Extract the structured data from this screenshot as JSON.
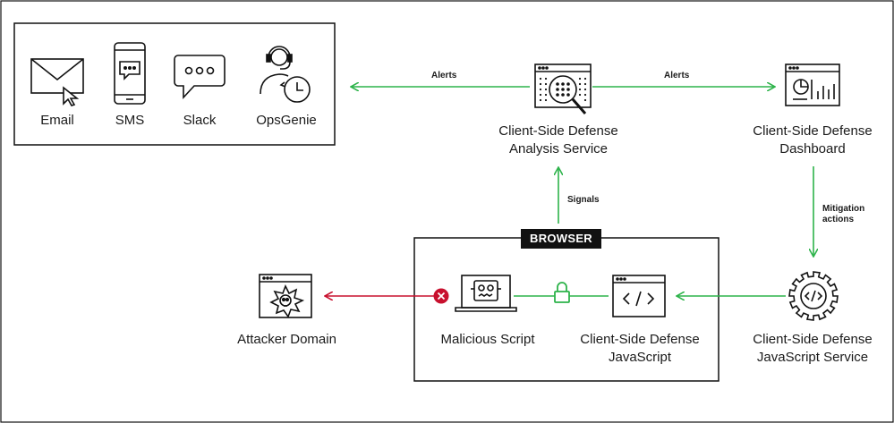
{
  "colors": {
    "accent": "#2db34a",
    "danger": "#c8102e",
    "ink": "#111111"
  },
  "notifications": {
    "channels": [
      {
        "label": "Email",
        "icon": "envelope-icon"
      },
      {
        "label": "SMS",
        "icon": "phone-icon"
      },
      {
        "label": "Slack",
        "icon": "chat-bubble-icon"
      },
      {
        "label": "OpsGenie",
        "icon": "headset-agent-icon"
      }
    ]
  },
  "analysis": {
    "line1": "Client-Side Defense",
    "line2": "Analysis Service",
    "icon": "analysis-magnifier-icon"
  },
  "dashboard": {
    "line1": "Client-Side Defense",
    "line2": "Dashboard",
    "icon": "dashboard-chart-icon"
  },
  "browser": {
    "title": "BROWSER"
  },
  "malicious": {
    "label": "Malicious Script",
    "icon": "robot-laptop-icon"
  },
  "csd_js": {
    "line1": "Client-Side Defense",
    "line2": "JavaScript",
    "icon": "code-window-icon"
  },
  "csd_js_service": {
    "line1": "Client-Side Defense",
    "line2": "JavaScript Service",
    "icon": "code-gear-icon"
  },
  "attacker": {
    "label": "Attacker Domain",
    "icon": "skull-window-icon"
  },
  "arrows": {
    "alerts_left": "Alerts",
    "alerts_right": "Alerts",
    "signals": "Signals",
    "mitigation_line1": "Mitigation",
    "mitigation_line2": "actions"
  }
}
